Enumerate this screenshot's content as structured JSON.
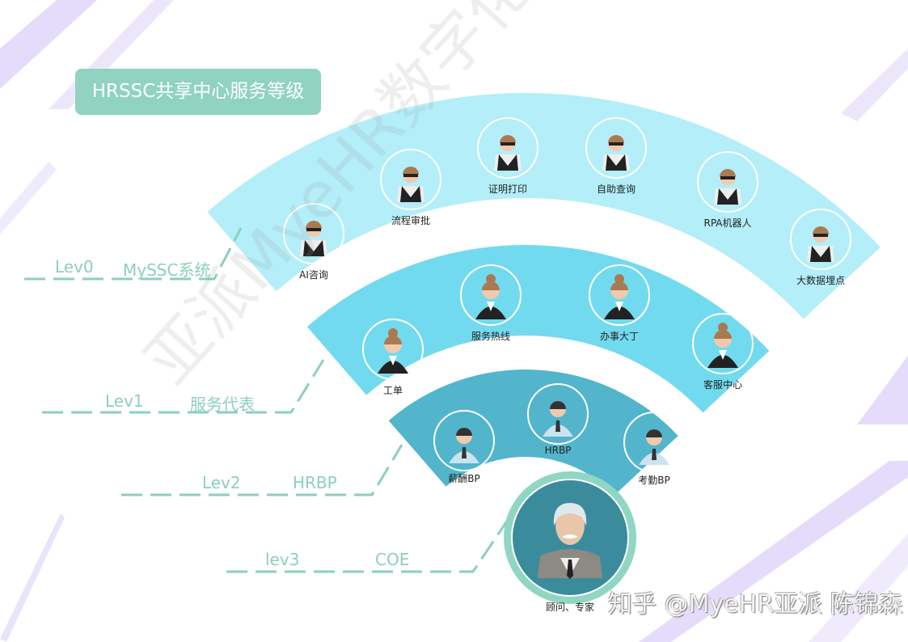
{
  "title": "HRSSC共享中心服务等级",
  "colors": {
    "ring0": "#b3eef9",
    "ring1": "#72daee",
    "ring2": "#52b5cc",
    "accent": "#8ccfbd",
    "title_bg": "#8fd3c0",
    "center": "#3a8c9c"
  },
  "levels": [
    {
      "level": "Lev0",
      "name": "MySSC系统"
    },
    {
      "level": "Lev1",
      "name": "服务代表"
    },
    {
      "level": "Lev2",
      "name": "HRBP"
    },
    {
      "level": "lev3",
      "name": "COE"
    }
  ],
  "rings": [
    {
      "icon": "male-glasses-avatar-icon",
      "items": [
        "AI咨询",
        "流程审批",
        "证明打印",
        "自助查询",
        "RPA机器人",
        "大数据埋点"
      ]
    },
    {
      "icon": "female-avatar-icon",
      "items": [
        "工单",
        "服务热线",
        "办事大丁",
        "客服中心"
      ]
    },
    {
      "icon": "male-tie-avatar-icon",
      "items": [
        "薪酬BP",
        "HRBP",
        "考勤BP"
      ]
    }
  ],
  "center": {
    "icon": "elder-expert-avatar-icon",
    "label": "顾问、专家"
  },
  "watermark": "亚派MyeHR数字化转型",
  "credit": "知乎 @MyeHR亚派 陈锦森"
}
